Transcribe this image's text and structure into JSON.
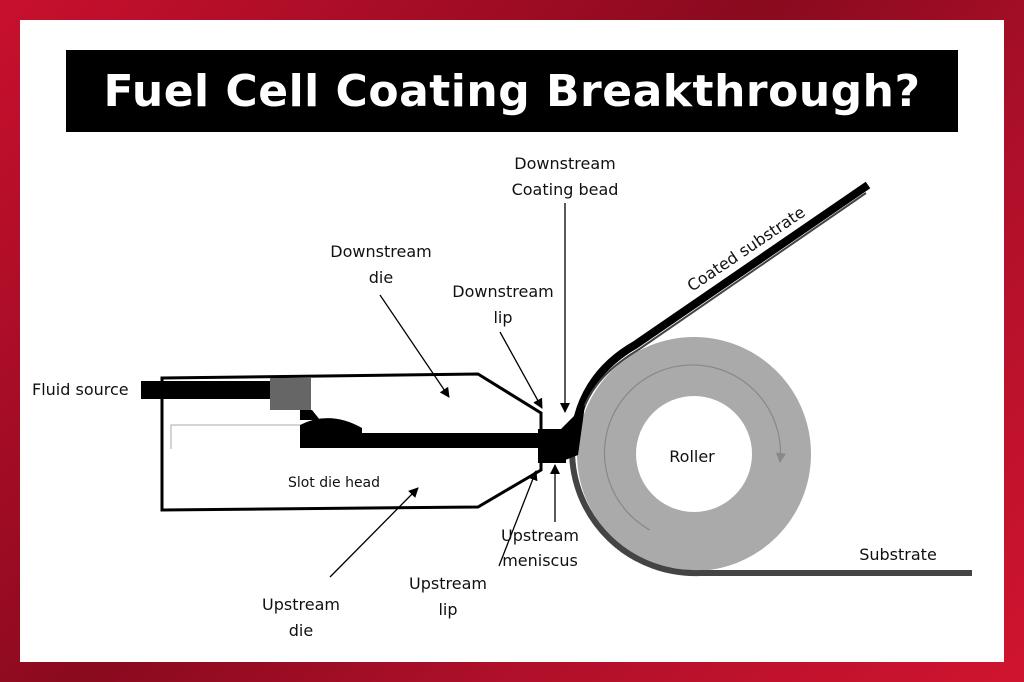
{
  "title": "Fuel Cell Coating Breakthrough?",
  "labels": {
    "downstream_coating_bead_1": "Downstream",
    "downstream_coating_bead_2": "Coating bead",
    "downstream_die_1": "Downstream",
    "downstream_die_2": "die",
    "downstream_lip_1": "Downstream",
    "downstream_lip_2": "lip",
    "fluid_source": "Fluid source",
    "slot_die_head": "Slot die head",
    "upstream_die_1": "Upstream",
    "upstream_die_2": "die",
    "upstream_lip_1": "Upstream",
    "upstream_lip_2": "lip",
    "upstream_meniscus_1": "Upstream",
    "upstream_meniscus_2": "meniscus",
    "roller": "Roller",
    "substrate": "Substrate",
    "coated_substrate": "Coated substrate"
  },
  "colors": {
    "frame": "#c8102e",
    "roller": "#aaaaaa",
    "substrate": "#444444"
  }
}
